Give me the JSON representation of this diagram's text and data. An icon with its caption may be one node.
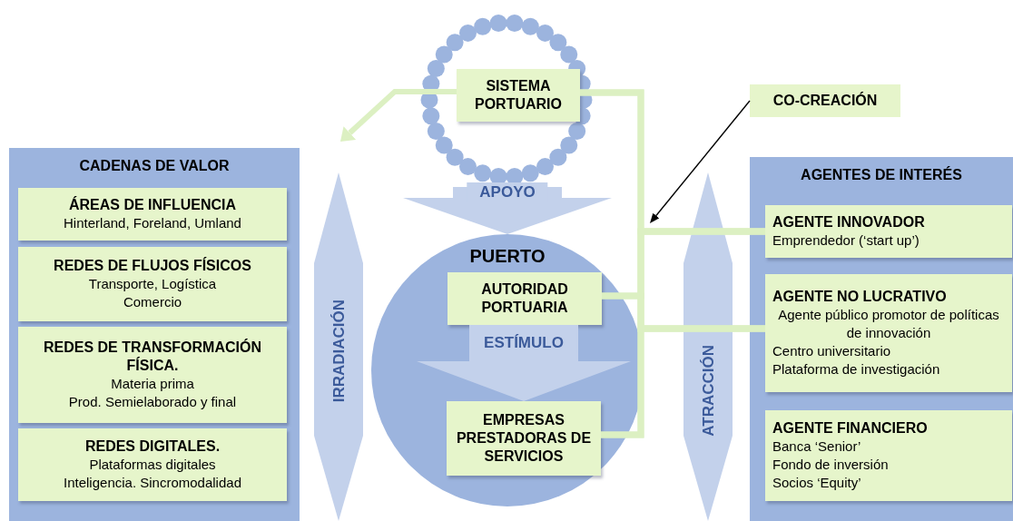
{
  "diagram": {
    "nodes": [
      {
        "text": [
          "CADENAS DE VALOR"
        ]
      },
      {
        "text": [
          "ÁREAS DE INFLUENCIA",
          "Hinterland, Foreland, Umland"
        ],
        "in": 0
      },
      {
        "text": [
          "REDES DE FLUJOS FÍSICOS",
          "Transporte, Logística",
          "Comercio"
        ],
        "in": 0
      },
      {
        "text": [
          "REDES DE TRANSFORMACIÓN FÍSICA.",
          "Materia prima",
          "Prod. Semielaborado y final"
        ],
        "in": 0
      },
      {
        "text": [
          "REDES DIGITALES.",
          "Plataformas digitales",
          "Inteligencia. Sincromodalidad"
        ],
        "in": 0
      },
      {
        "text": [],
        "shape": "circle"
      },
      {
        "text": [
          "SISTEMA PORTUARIO"
        ],
        "in": 5
      },
      {
        "text": [
          "PUERTO"
        ]
      },
      {
        "text": [
          "AUTORIDAD PORTUARIA"
        ],
        "in": 7
      },
      {
        "text": [
          "EMPRESAS PRESTADORAS DE SERVICIOS"
        ],
        "in": 7
      },
      {
        "text": [
          "CO-CREACIÓN"
        ]
      },
      {
        "text": [
          "AGENTES DE INTERÉS"
        ]
      },
      {
        "text": [
          "AGENTE INNOVADOR",
          "Emprendedor (‘start up’)"
        ],
        "in": 11
      },
      {
        "text": [
          "AGENTE NO LUCRATIVO",
          "Agente público promotor de políticas de innovación",
          "Centro universitario",
          "Plataforma de investigación"
        ],
        "in": 11
      },
      {
        "text": [
          "AGENTE FINANCIERO",
          "Banca ‘Senior’",
          "Fondo de inversión",
          "Socios ‘Equity’"
        ],
        "in": 11
      }
    ],
    "edges": [
      {
        "from": 6,
        "to": null,
        "arrow": "to"
      },
      {
        "from": 5,
        "to": 7,
        "arrow": "to",
        "label": "APOYO",
        "style": "thick",
        "color": "#c3d1eb"
      },
      {
        "from": 8,
        "to": 9,
        "arrow": "to",
        "label": "ESTÍMULO",
        "style": "thick",
        "color": "#c3d1eb"
      },
      {
        "from": 6,
        "to": 12,
        "arrow": "none"
      },
      {
        "from": 6,
        "to": 13,
        "arrow": "none"
      },
      {
        "from": 8,
        "to": 12,
        "arrow": "none"
      },
      {
        "from": 8,
        "to": 13,
        "arrow": "none"
      },
      {
        "from": 9,
        "to": 12,
        "arrow": "none"
      },
      {
        "from": 9,
        "to": 13,
        "arrow": "none"
      },
      {
        "from": 10,
        "to": null,
        "arrow": "to",
        "color": "#000000"
      }
    ],
    "labels": [
      "IRRADIACIÓN",
      "ATRACCIÓN"
    ]
  }
}
